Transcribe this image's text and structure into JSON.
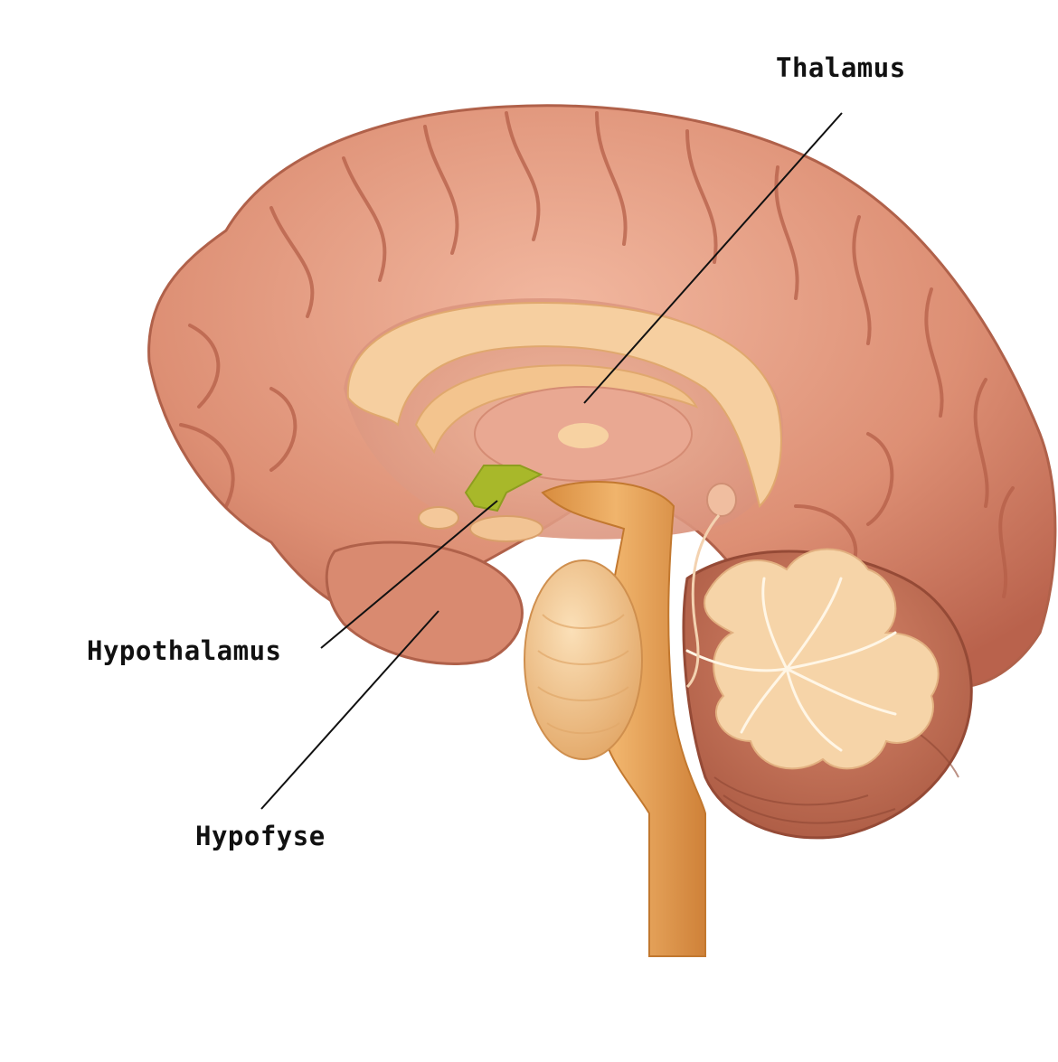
{
  "labels": {
    "thalamus": "Thalamus",
    "hypothalamus": "Hypothalamus",
    "hypofyse": "Hypofyse"
  },
  "colors": {
    "cortex": "#d98a70",
    "cortex_dark": "#b4604a",
    "cortex_light": "#f0b39a",
    "white_matter": "#f3c89a",
    "hypothalamus_highlight": "#a8b82a",
    "brainstem": "#e6a25a",
    "cerebellum": "#c9785e",
    "leader_line": "#111111"
  }
}
